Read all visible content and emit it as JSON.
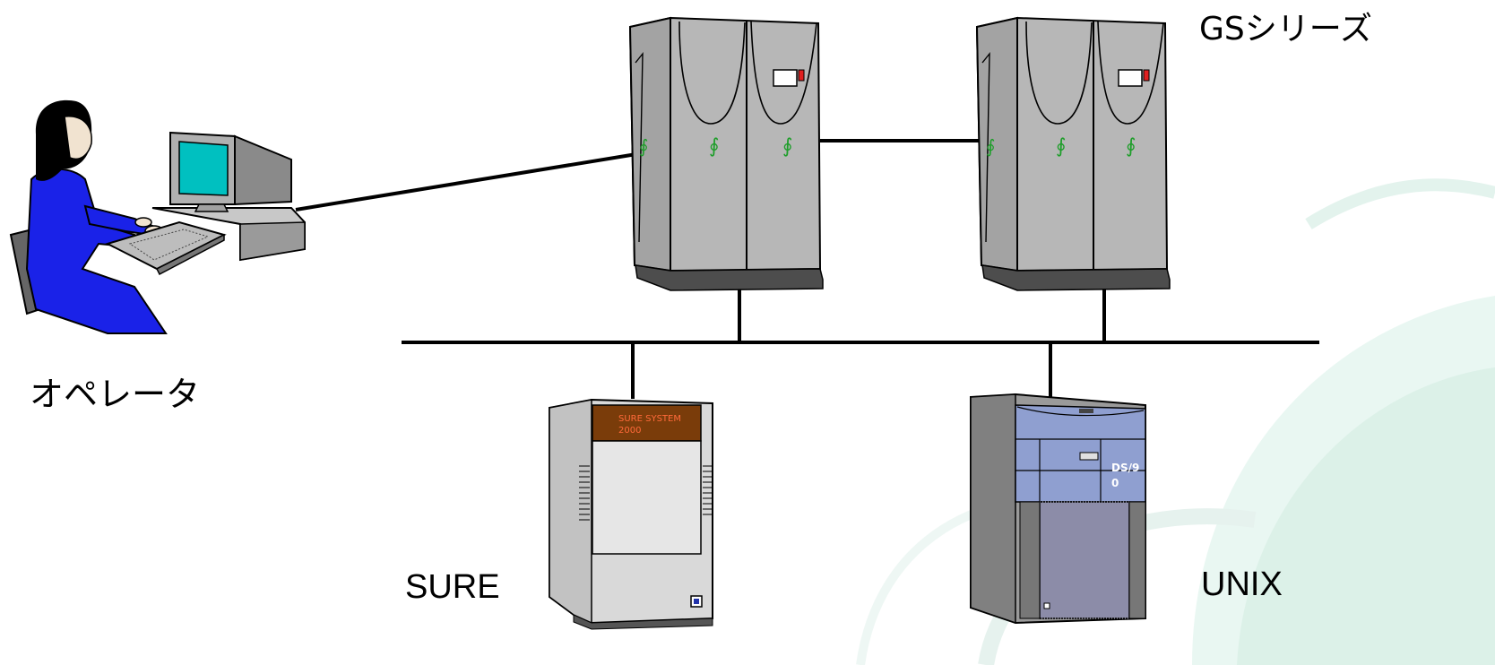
{
  "labels": {
    "operator": "オペレータ",
    "gs_series": "GSシリーズ",
    "sure": "SURE",
    "unix": "UNIX"
  },
  "sure_panel": {
    "line1": "SURE  SYSTEM",
    "line2": "2000"
  },
  "ds90_panel": {
    "line1": "DS/9",
    "line2": "0"
  },
  "colors": {
    "background_swirl": "#dff3ec",
    "mainframe_body": "#b7b7b7",
    "mainframe_base": "#4d4d4d",
    "operator_clothes": "#1a22e8",
    "monitor_screen": "#00c0c0",
    "sure_panel": "#7a3c0a",
    "sure_panel_text": "#ff6a3a",
    "ds90_front": "#8f9fd0",
    "ds90_grille": "#8c8ca8",
    "network_line": "#000000"
  }
}
